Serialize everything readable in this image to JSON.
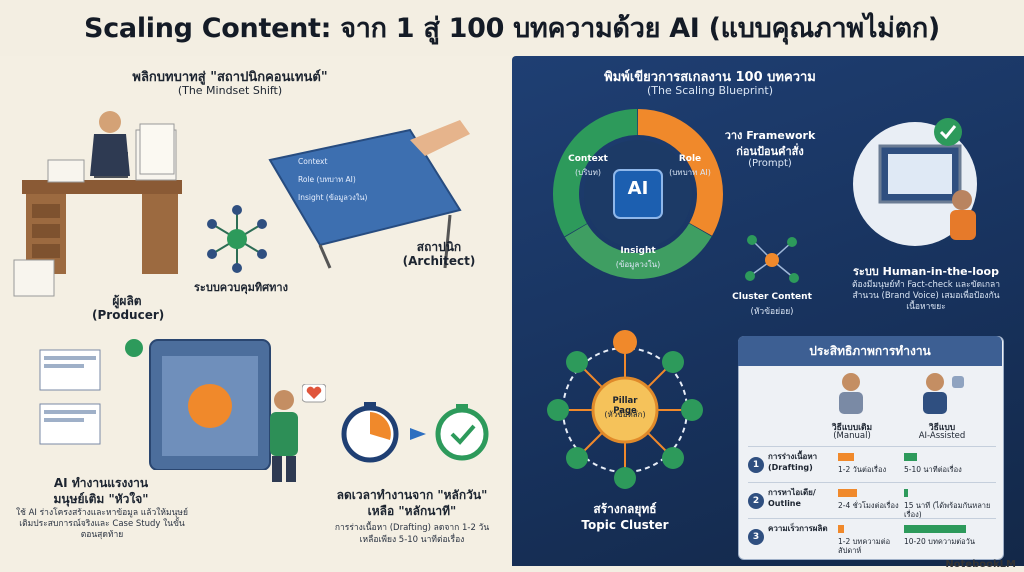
{
  "title": "Scaling Content: จาก 1 สู่ 100 บทความด้วย AI (แบบคุณภาพไม่ตก)",
  "left": {
    "mindset_title": "พลิกบทบาทสู่ \"สถาปนิกคอนเทนต์\"",
    "mindset_subtitle": "(The Mindset Shift)",
    "producer_label": "ผู้ผลิต",
    "producer_sub": "(Producer)",
    "control_label": "ระบบควบคุมทิศทาง",
    "architect_label": "สถาปนิก",
    "architect_sub": "(Architect)",
    "blueprint_items": [
      "Context",
      "Role (บทบาท AI)",
      "Insight (ข้อมูลวงใน)"
    ],
    "ai_heart_title_1": "AI ทำงานแรงงาน",
    "ai_heart_title_2": "มนุษย์เติม \"หัวใจ\"",
    "ai_heart_desc": "ใช้ AI ร่างโครงสร้างและหาข้อมูล แล้วให้มนุษย์เติมประสบการณ์จริงและ Case Study ในขั้นตอนสุดท้าย",
    "time_title_1": "ลดเวลาทำงานจาก \"หลักวัน\"",
    "time_title_2": "เหลือ \"หลักนาที\"",
    "time_desc_1": "การร่างเนื้อหา (Drafting) ลดจาก 1-2 วัน",
    "time_desc_2": "เหลือเพียง 5-10 นาทีต่อเรื่อง"
  },
  "right": {
    "blueprint_title": "พิมพ์เขียวการสเกลงาน 100 บทความ",
    "blueprint_subtitle": "(The Scaling Blueprint)",
    "cycle_center": "AI",
    "cycle_context": "Context",
    "cycle_context_sub": "(บริบท)",
    "cycle_role": "Role",
    "cycle_role_sub": "(บทบาท AI)",
    "cycle_insight": "Insight",
    "cycle_insight_sub": "(ข้อมูลวงใน)",
    "framework_1": "วาง Framework",
    "framework_2": "ก่อนป้อนคำสั่ง",
    "framework_3": "(Prompt)",
    "cluster_content": "Cluster Content",
    "cluster_content_sub": "(หัวข้อย่อย)",
    "hitl_title": "ระบบ Human-in-the-loop",
    "hitl_desc": "ต้องมีมนุษย์ทำ Fact-check และขัดเกลาสำนวน (Brand Voice) เสมอเพื่อป้องกันเนื้อหาขยะ",
    "pillar_1": "Pillar Page",
    "pillar_2": "(หัวข้อหลัก)",
    "topic_title_1": "สร้างกลยุทธ์",
    "topic_title_2": "Topic Cluster"
  },
  "efficiency": {
    "title": "ประสิทธิภาพการทำงาน",
    "col_manual_1": "วิธีแบบเดิม",
    "col_manual_2": "(Manual)",
    "col_ai_1": "วิธีแบบ",
    "col_ai_2": "AI-Assisted",
    "rows": [
      {
        "num": "1",
        "label": "การร่างเนื้อหา (Drafting)",
        "manual": "1-2 วันต่อเรื่อง",
        "ai": "5-10 นาทีต่อเรื่อง"
      },
      {
        "num": "2",
        "label": "การหาไอเดีย/ Outline",
        "manual": "2-4 ชั่วโมงต่อเรื่อง",
        "ai": "15 นาที (ได้พร้อมกันหลายเรื่อง)"
      },
      {
        "num": "3",
        "label": "ความเร็วการผลิต",
        "manual": "1-2 บทความต่อสัปดาห์",
        "ai": "10-20 บทความต่อวัน"
      }
    ],
    "bar_fractions_manual": [
      0.25,
      0.3,
      0.1
    ],
    "bar_fractions_ai": [
      0.15,
      0.05,
      0.7
    ]
  },
  "footer": "NotebookLM",
  "colors": {
    "orange": "#f0892b",
    "green": "#2d9a5b",
    "navy": "#1f3f73",
    "ai_blue": "#1c5fb0"
  }
}
